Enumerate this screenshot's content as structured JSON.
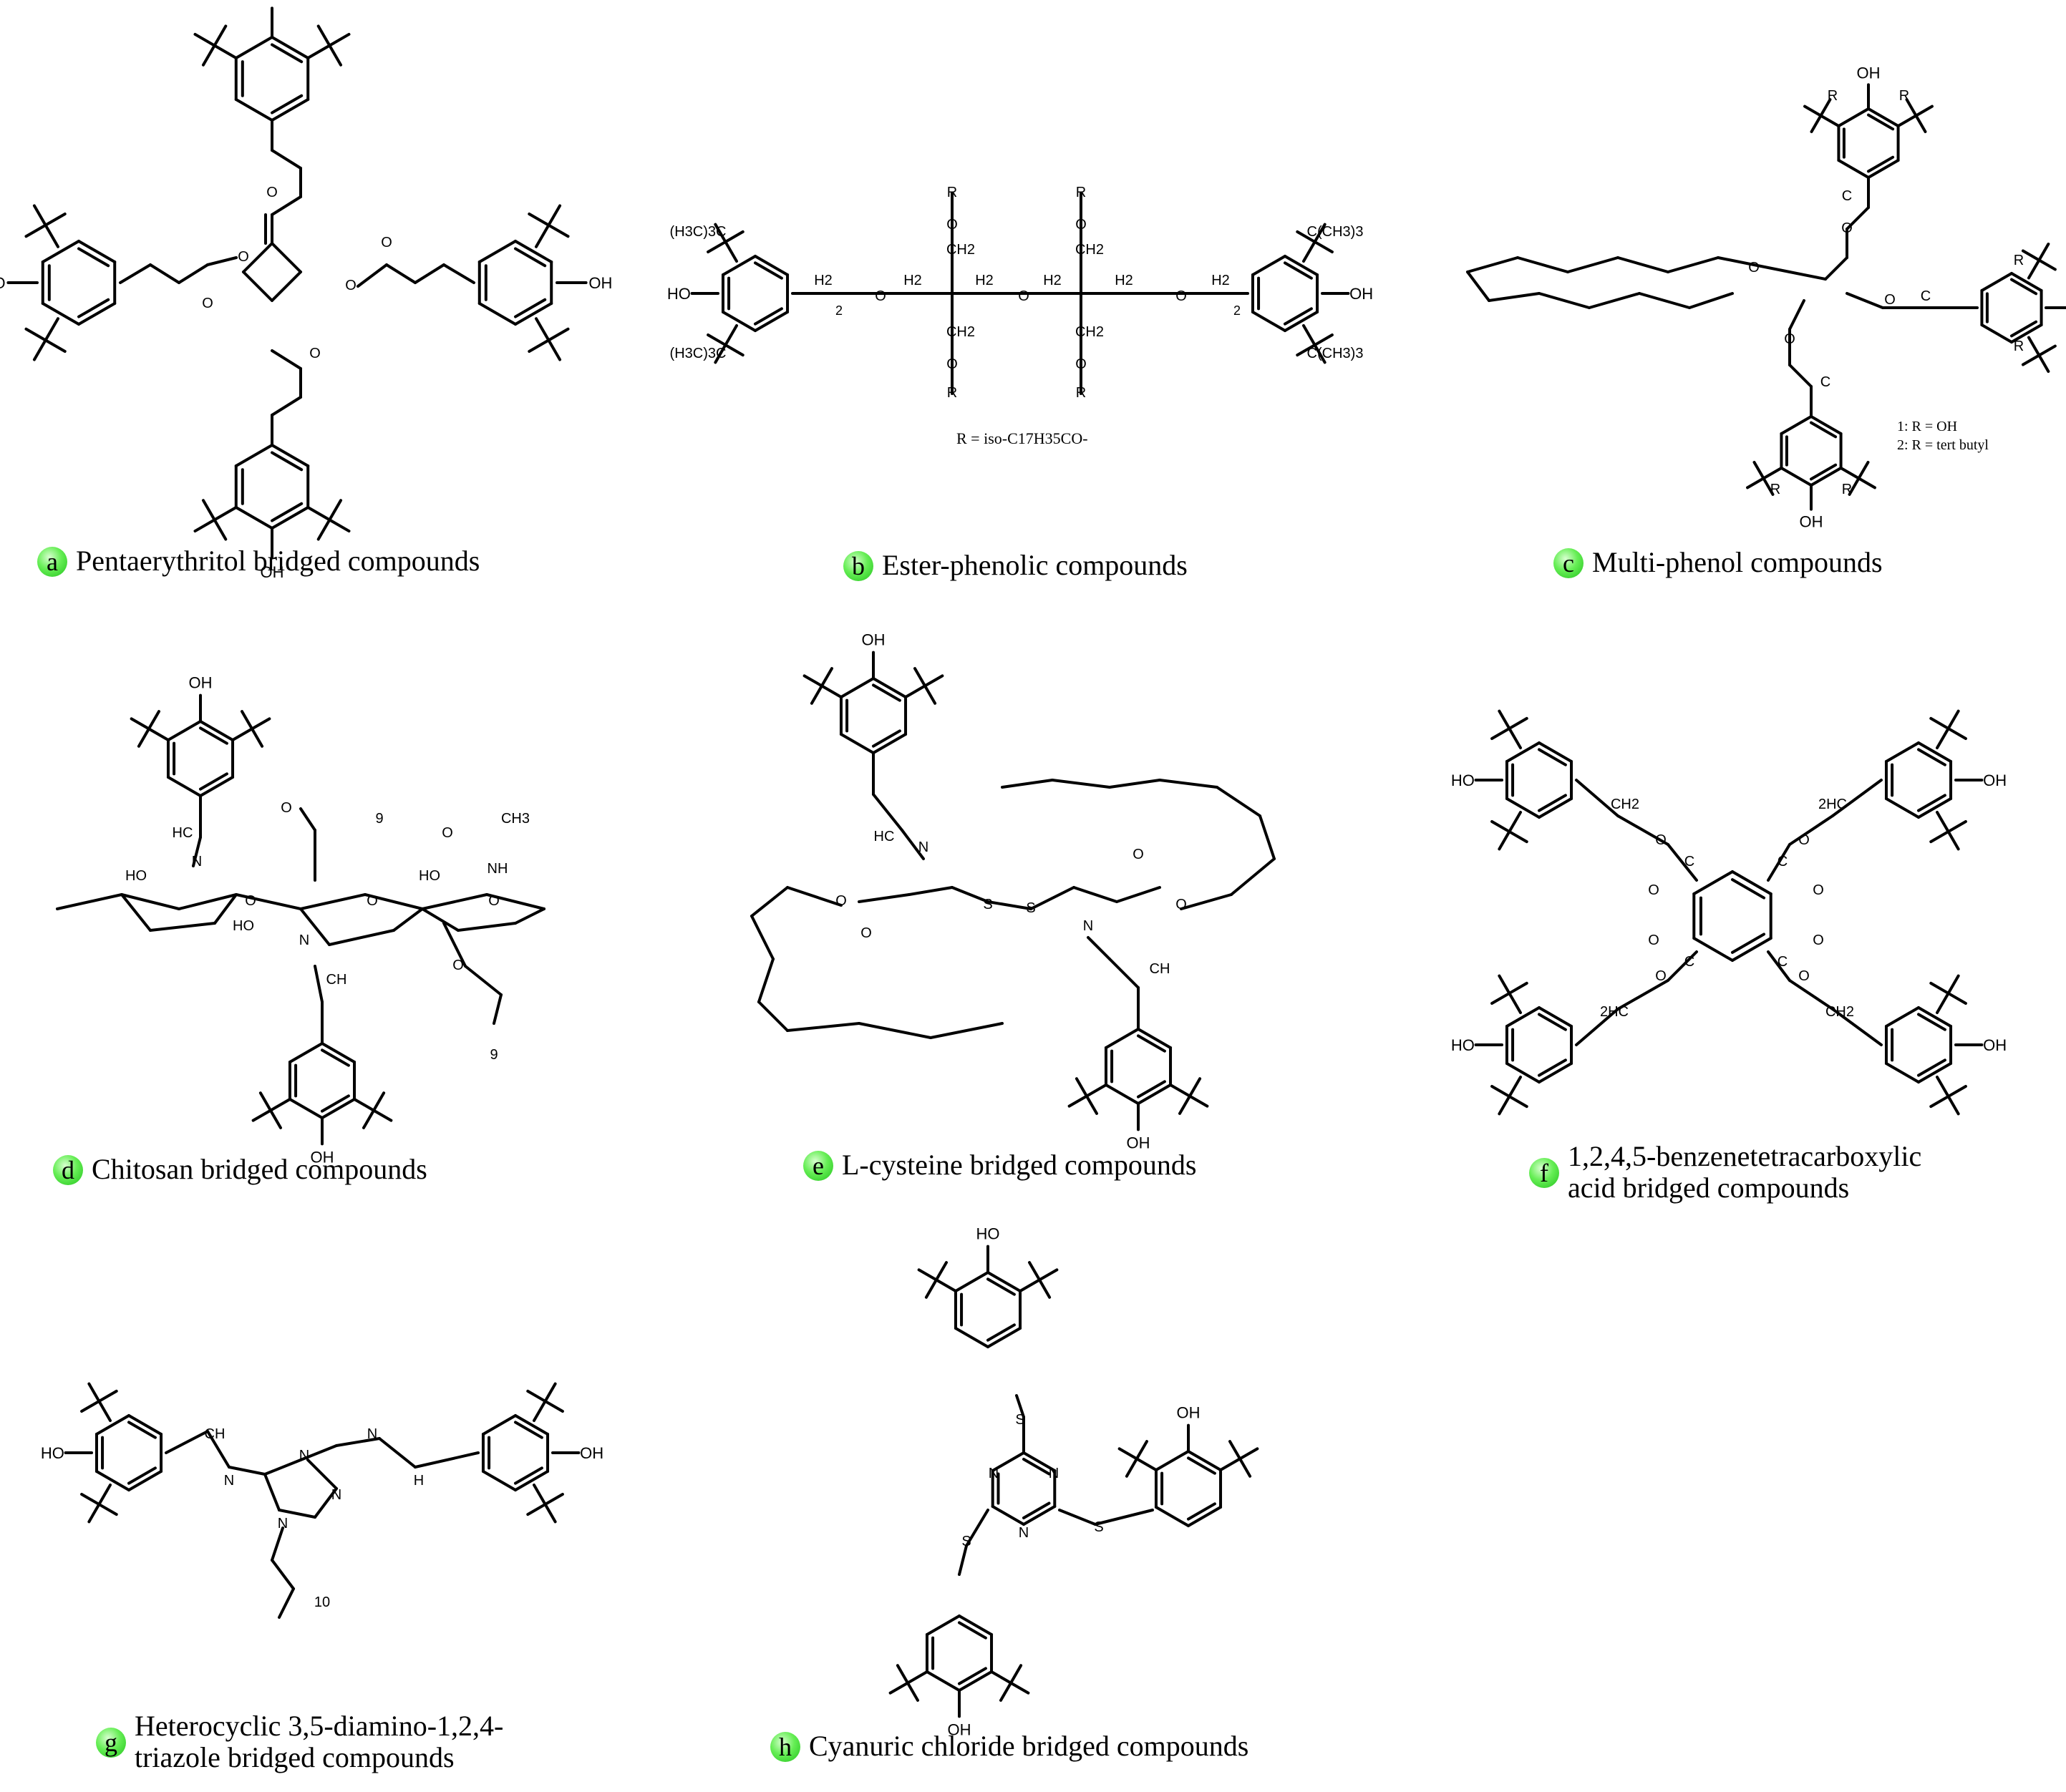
{
  "panels": [
    {
      "letter": "a",
      "caption": "Pentaerythritol bridged compounds"
    },
    {
      "letter": "b",
      "caption": "Ester-phenolic compounds"
    },
    {
      "letter": "c",
      "caption": "Multi-phenol compounds"
    },
    {
      "letter": "d",
      "caption": "Chitosan bridged compounds"
    },
    {
      "letter": "e",
      "caption": "L-cysteine bridged compounds"
    },
    {
      "letter": "f",
      "caption": "1,2,4,5-benzenetetracarboxylic\nacid bridged compounds"
    },
    {
      "letter": "g",
      "caption": "Heterocyclic 3,5-diamino-1,2,4-\ntriazole bridged compounds"
    },
    {
      "letter": "h",
      "caption": "Cyanuric chloride bridged compounds"
    }
  ],
  "notes": {
    "b_r_definition": "R = iso-C17H35CO-",
    "c_legend_1": "1: R = OH",
    "c_legend_2": "2: R = tert butyl"
  },
  "atom_labels": {
    "oh": "OH",
    "ho": "HO",
    "o": "O",
    "n": "N",
    "s": "S",
    "r": "R",
    "h": "H",
    "ch": "CH",
    "hc": "HC",
    "ch2": "CH2",
    "h2c": "2HC",
    "ch3": "CH3",
    "nh": "NH",
    "h2": "H2",
    "c": "C",
    "tbu_l": "(H3C)3C",
    "tbu_r": "C(CH3)3",
    "sub2": "2",
    "sub9": "9",
    "sub10": "10"
  },
  "colors": {
    "ink": "#000000",
    "badge": "#3fe03a"
  }
}
